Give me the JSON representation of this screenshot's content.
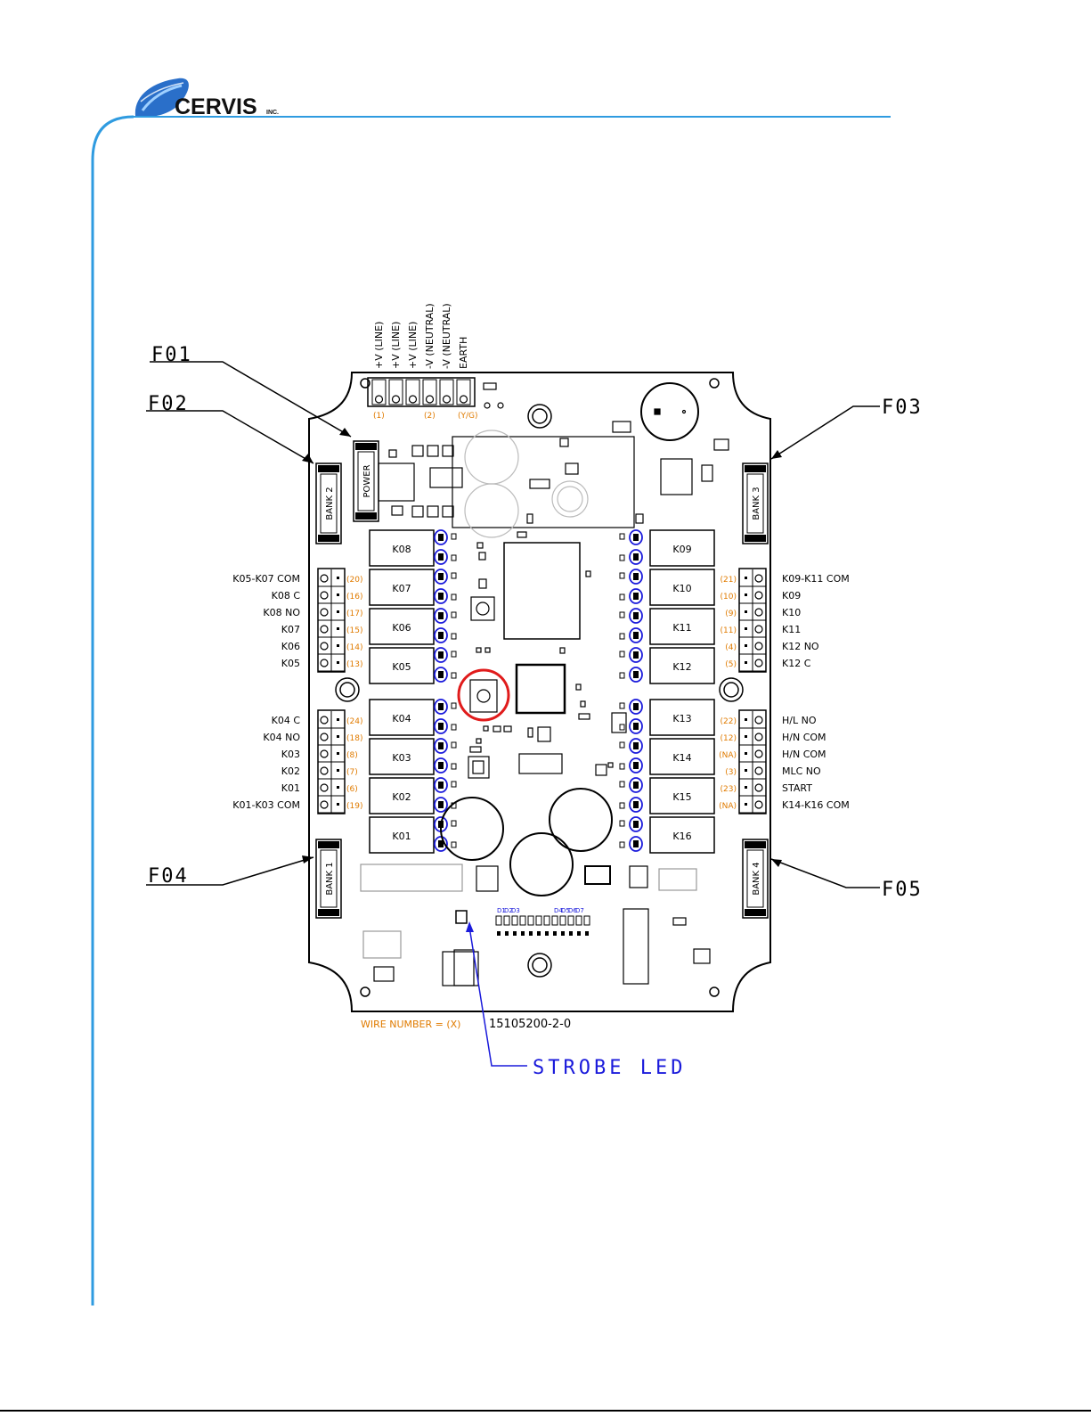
{
  "header": {
    "logo_text": "CERVIS",
    "logo_suffix": "INC.",
    "accent_color": "#2f9be0"
  },
  "board": {
    "part_number": "15105200-2-0",
    "wire_number_legend": "WIRE NUMBER = (X)",
    "power_terminals": [
      {
        "label": "+V (LINE)",
        "wire": "(1)"
      },
      {
        "label": "+V (LINE)",
        "wire": ""
      },
      {
        "label": "+V (LINE)",
        "wire": ""
      },
      {
        "label": "-V (NEUTRAL)",
        "wire": "(2)"
      },
      {
        "label": "-V (NEUTRAL)",
        "wire": ""
      },
      {
        "label": "EARTH",
        "wire": "(Y/G)"
      }
    ],
    "fuse_labels": {
      "power": "POWER",
      "bank1": "BANK 1",
      "bank2": "BANK 2",
      "bank3": "BANK 3",
      "bank4": "BANK 4"
    },
    "led_labels": [
      "D1",
      "D2",
      "D3",
      "D4",
      "D5",
      "D6",
      "D7"
    ],
    "relays_left": [
      "K08",
      "K07",
      "K06",
      "K05",
      "K04",
      "K03",
      "K02",
      "K01"
    ],
    "relays_right": [
      "K09",
      "K10",
      "K11",
      "K12",
      "K13",
      "K14",
      "K15",
      "K16"
    ],
    "left_upper_terminals": [
      {
        "label": "K05-K07 COM",
        "wire": "(20)"
      },
      {
        "label": "K08 C",
        "wire": "(16)"
      },
      {
        "label": "K08 NO",
        "wire": "(17)"
      },
      {
        "label": "K07",
        "wire": "(15)"
      },
      {
        "label": "K06",
        "wire": "(14)"
      },
      {
        "label": "K05",
        "wire": "(13)"
      }
    ],
    "left_lower_terminals": [
      {
        "label": "K04 C",
        "wire": "(24)"
      },
      {
        "label": "K04 NO",
        "wire": "(18)"
      },
      {
        "label": "K03",
        "wire": "(8)"
      },
      {
        "label": "K02",
        "wire": "(7)"
      },
      {
        "label": "K01",
        "wire": "(6)"
      },
      {
        "label": "K01-K03 COM",
        "wire": "(19)"
      }
    ],
    "right_upper_terminals": [
      {
        "label": "K09-K11 COM",
        "wire": "(21)"
      },
      {
        "label": "K09",
        "wire": "(10)"
      },
      {
        "label": "K10",
        "wire": "(9)"
      },
      {
        "label": "K11",
        "wire": "(11)"
      },
      {
        "label": "K12 NO",
        "wire": "(4)"
      },
      {
        "label": "K12 C",
        "wire": "(5)"
      }
    ],
    "right_lower_terminals": [
      {
        "label": "H/L NO",
        "wire": "(22)"
      },
      {
        "label": "H/N COM",
        "wire": "(12)"
      },
      {
        "label": "H/N COM",
        "wire": "(NA)"
      },
      {
        "label": "MLC NO",
        "wire": "(3)"
      },
      {
        "label": "START",
        "wire": "(23)"
      },
      {
        "label": "K14-K16 COM",
        "wire": "(NA)"
      }
    ]
  },
  "callouts": {
    "f01": "F01",
    "f02": "F02",
    "f03": "F03",
    "f04": "F04",
    "f05": "F05",
    "strobe_led": "STROBE LED"
  },
  "colors": {
    "wire_number": "#e07b00",
    "strobe_callout": "#1a1adb",
    "highlight_ring": "#e01b1b",
    "led_outline": "#1a1adb"
  }
}
